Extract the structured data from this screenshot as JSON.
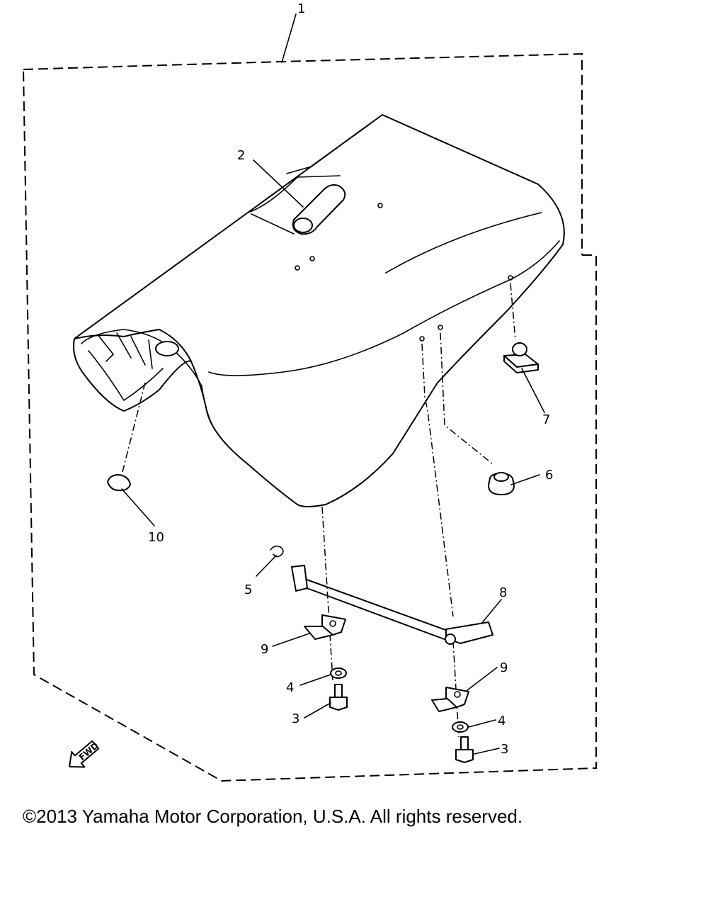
{
  "callouts": {
    "c1": "1",
    "c2": "2",
    "c3a": "3",
    "c3b": "3",
    "c4a": "4",
    "c4b": "4",
    "c5": "5",
    "c6": "6",
    "c7": "7",
    "c8": "8",
    "c9a": "9",
    "c9b": "9",
    "c10": "10"
  },
  "fwd_label": "FWD",
  "copyright": "©2013 Yamaha Motor Corporation, U.S.A. All rights reserved."
}
